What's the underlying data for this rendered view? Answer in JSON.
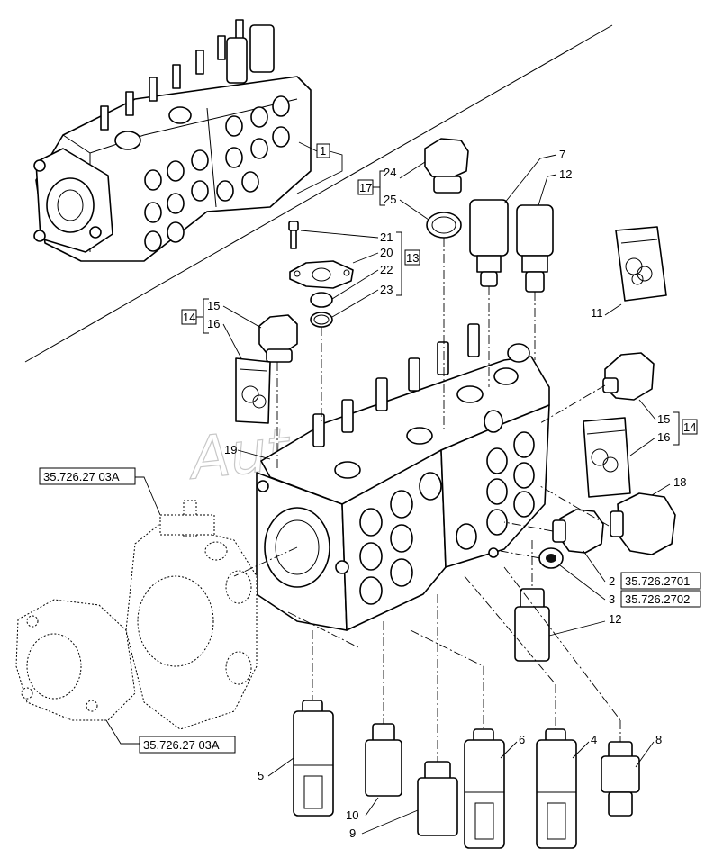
{
  "watermark": "AutoSoft",
  "callouts": {
    "c1": "1",
    "c2": "2",
    "c3": "3",
    "c4": "4",
    "c5": "5",
    "c6": "6",
    "c7": "7",
    "c8": "8",
    "c9": "9",
    "c10": "10",
    "c11": "11",
    "c12a": "12",
    "c12b": "12",
    "c13": "13",
    "c14a": "14",
    "c14b": "14",
    "c15a": "15",
    "c15b": "15",
    "c16a": "16",
    "c16b": "16",
    "c17": "17",
    "c18": "18",
    "c19": "19",
    "c20": "20",
    "c21": "21",
    "c22": "22",
    "c23": "23",
    "c24": "24",
    "c25": "25"
  },
  "references": {
    "ref_top": "35.726.27 03A",
    "ref_bottom": "35.726.27 03A",
    "ref_2": "35.726.2701",
    "ref_3": "35.726.2702"
  }
}
